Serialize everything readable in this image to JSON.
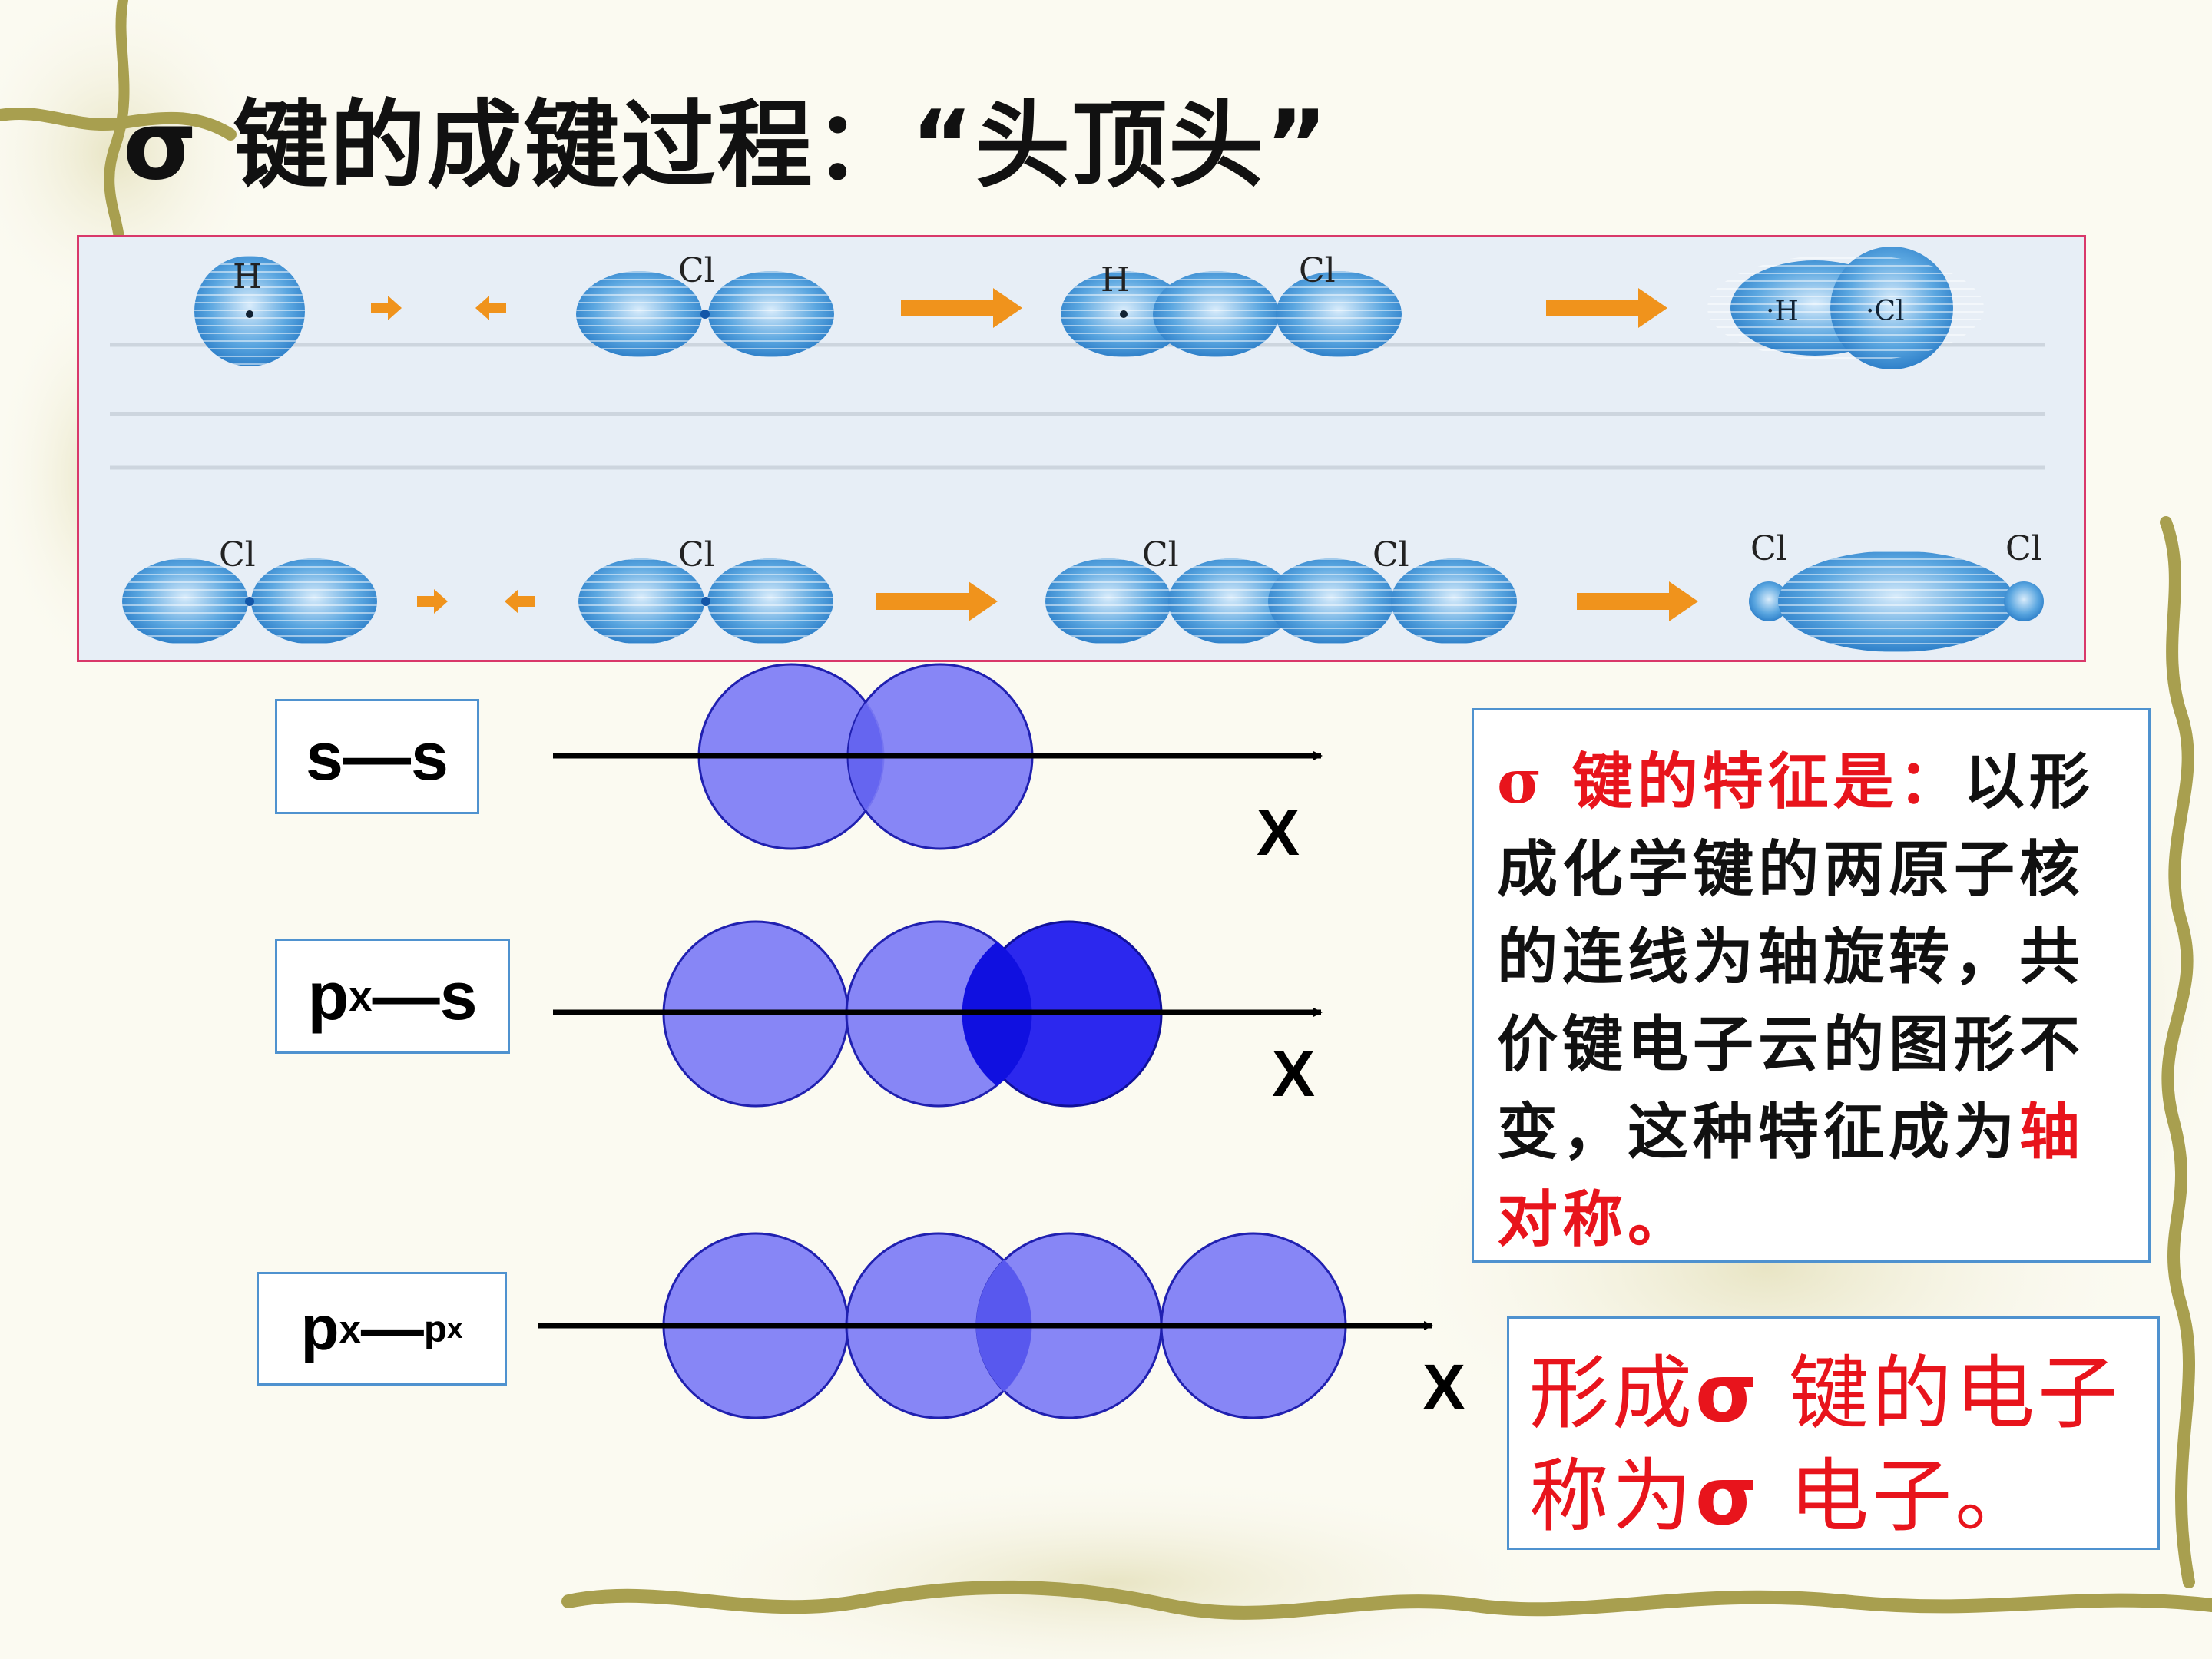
{
  "slide": {
    "title": "σ 键的成键过程：“头顶头”"
  },
  "figure": {
    "row1": {
      "a": "H",
      "b": "Cl",
      "c": "H",
      "d": "Cl",
      "e": "·H",
      "f": "·Cl"
    },
    "row2": {
      "a": "Cl",
      "b": "Cl",
      "c": "Cl",
      "d": "Cl",
      "e": "Cl",
      "f": "Cl"
    }
  },
  "overlaps": [
    {
      "type_main": "s",
      "dash": "—",
      "type_end": "s",
      "sub_main": "",
      "sub_end": "",
      "axis": "X"
    },
    {
      "type_main": "p",
      "dash": "—",
      "type_end": "s",
      "sub_main": "x",
      "sub_end": "",
      "axis": "X"
    },
    {
      "type_main": "p",
      "dash": "—",
      "type_end": "p",
      "sub_main": "x",
      "sub_end": "x",
      "axis": "X"
    }
  ],
  "characteristic": {
    "lead": "σ 键的特征是：",
    "body": "以形成化学键的两原子核的连线为轴旋转，共价键电子云的图形不变，这种特征成为",
    "highlight": "轴对称",
    "end": "。"
  },
  "electron_note": {
    "line1_pre": "形成",
    "line1_sigma": "σ",
    "line1_post": " 键的电子",
    "line2_pre": "称为",
    "line2_sigma": "σ",
    "line2_post": " 电子。"
  },
  "colors": {
    "orbital_fill": "#7d7cf6",
    "orbital_dark": "#1a16ee",
    "label_border": "#4f92cf",
    "accent_red": "#e8141c",
    "panel_border": "#d9386a"
  }
}
